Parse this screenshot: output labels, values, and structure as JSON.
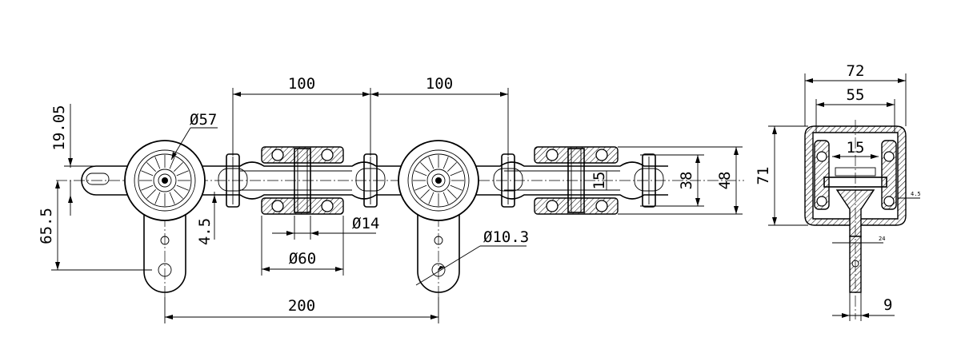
{
  "front_view": {
    "pitch_left": "100",
    "pitch_right": "100",
    "height_top": "19.05",
    "height_bottom": "65.5",
    "offset_small": "4.5",
    "wheel_dia": "Ø57",
    "pin_dia": "Ø14",
    "roller_dia": "Ø60",
    "hole_dia": "Ø10.3",
    "total_length": "200",
    "inner_15": "15",
    "inner_38": "38",
    "outer_48": "48"
  },
  "side_view": {
    "width_outer": "72",
    "width_inner": "55",
    "height": "71",
    "inner_15": "15",
    "small_45": "4.5",
    "small_24": "24",
    "plate_thickness": "9"
  }
}
